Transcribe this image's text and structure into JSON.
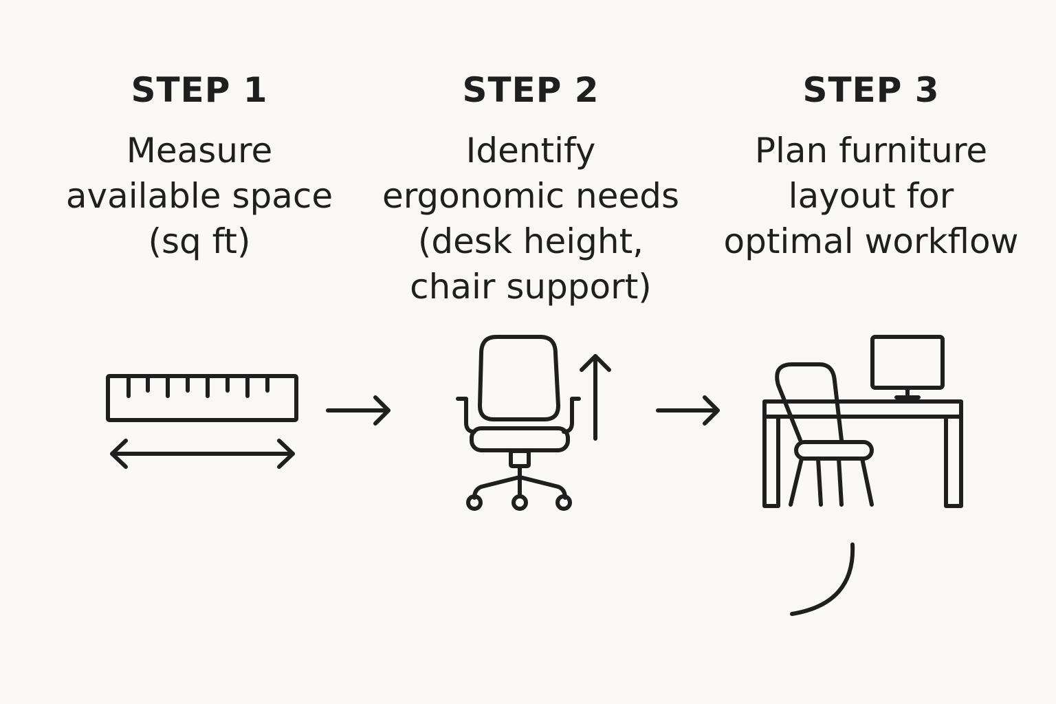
{
  "steps": [
    {
      "title": "STEP 1",
      "lines": [
        "Measure",
        "available space",
        "(sq ft)"
      ],
      "icon": "ruler-icon"
    },
    {
      "title": "STEP 2",
      "lines": [
        "Identify",
        "ergonomic needs",
        "(desk height,",
        "chair support)"
      ],
      "icon": "office-chair-icon"
    },
    {
      "title": "STEP 3",
      "lines": [
        "Plan furniture",
        "layout for",
        "optimal workflow"
      ],
      "icon": "desk-setup-icon"
    }
  ],
  "connectors": [
    "arrow-right-icon",
    "arrow-right-icon"
  ],
  "colors": {
    "background": "#faf8f4",
    "ink": "#1f1f1f"
  }
}
